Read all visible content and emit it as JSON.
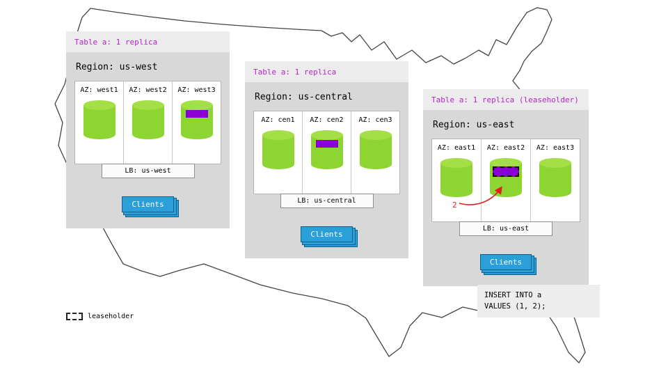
{
  "regions": [
    {
      "table_label": "Table a: 1 replica",
      "region_label": "Region: us-west",
      "azs": [
        {
          "label": "AZ: west1",
          "has_replica_marker": false
        },
        {
          "label": "AZ: west2",
          "has_replica_marker": false
        },
        {
          "label": "AZ: west3",
          "has_replica_marker": true,
          "marker_style": "solid"
        }
      ],
      "lb_label": "LB: us-west",
      "clients_label": "Clients"
    },
    {
      "table_label": "Table a: 1 replica",
      "region_label": "Region: us-central",
      "azs": [
        {
          "label": "AZ: cen1",
          "has_replica_marker": false
        },
        {
          "label": "AZ: cen2",
          "has_replica_marker": true,
          "marker_style": "solid"
        },
        {
          "label": "AZ: cen3",
          "has_replica_marker": false
        }
      ],
      "lb_label": "LB: us-central",
      "clients_label": "Clients"
    },
    {
      "table_label": "Table a: 1 replica (leaseholder)",
      "region_label": "Region: us-east",
      "azs": [
        {
          "label": "AZ: east1",
          "has_replica_marker": false
        },
        {
          "label": "AZ: east2",
          "has_replica_marker": true,
          "marker_style": "dashed-leaseholder"
        },
        {
          "label": "AZ: east3",
          "has_replica_marker": false
        }
      ],
      "lb_label": "LB: us-east",
      "clients_label": "Clients"
    }
  ],
  "annotation": {
    "step_number": "2"
  },
  "sql_note": {
    "line1": "INSERT INTO a",
    "line2": "VALUES (1, 2);"
  },
  "legend": {
    "label": "leaseholder"
  },
  "colors": {
    "table_header_text": "#bb22cc",
    "replica_green": "#8dd530",
    "marker_purple": "#8a00d4",
    "clients_blue": "#2a9fd8",
    "arrow_red": "#e02020"
  }
}
